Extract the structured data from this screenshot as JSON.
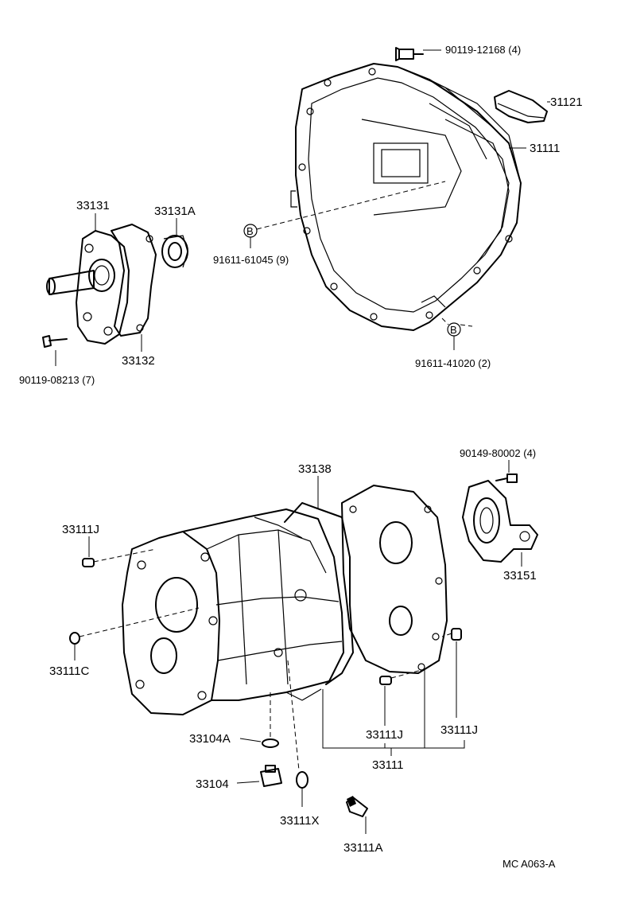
{
  "labels": {
    "p90119_12168": "90119-12168 (4)",
    "p31121": "31121",
    "p31111": "31111",
    "p33131": "33131",
    "p33131A": "33131A",
    "p91611_61045": "91611-61045 (9)",
    "p33132": "33132",
    "p90119_08213": "90119-08213 (7)",
    "p91611_41020": "91611-41020 (2)",
    "p90149_80002": "90149-80002 (4)",
    "p33138": "33138",
    "p33111J_top": "33111J",
    "p33151": "33151",
    "p33111C": "33111C",
    "p33104A": "33104A",
    "p33111J_mid": "33111J",
    "p33111J_right": "33111J",
    "p33111": "33111",
    "p33104": "33104",
    "p33111X": "33111X",
    "p33111A": "33111A",
    "ref_code": "MC  A063-A",
    "bolt_marker_1": "B",
    "bolt_marker_2": "B"
  }
}
